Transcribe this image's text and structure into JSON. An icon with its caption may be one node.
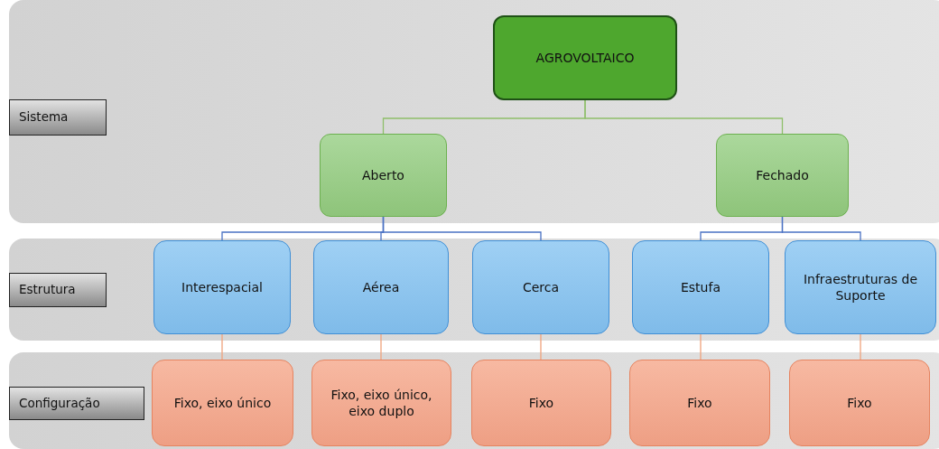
{
  "diagram": {
    "nodes": [
      {
        "text": [],
        "shape": "band"
      },
      {
        "text": [
          "Sistema"
        ],
        "in": 0
      },
      {
        "text": [
          "AGROVOLTAICO"
        ],
        "in": 0
      },
      {
        "text": [
          "Aberto"
        ],
        "in": 0
      },
      {
        "text": [
          "Fechado"
        ],
        "in": 0
      },
      {
        "text": [],
        "shape": "band"
      },
      {
        "text": [
          "Estrutura"
        ],
        "in": 5
      },
      {
        "text": [
          "Interespacial"
        ],
        "in": 5
      },
      {
        "text": [
          "Aérea"
        ],
        "in": 5
      },
      {
        "text": [
          "Cerca"
        ],
        "in": 5
      },
      {
        "text": [
          "Estufa"
        ],
        "in": 5
      },
      {
        "text": [
          "Infraestruturas de Suporte"
        ],
        "in": 5
      },
      {
        "text": [],
        "shape": "band"
      },
      {
        "text": [
          "Configuração"
        ],
        "in": 12
      },
      {
        "text": [
          "Fixo, eixo único"
        ],
        "in": 12
      },
      {
        "text": [
          "Fixo, eixo único, eixo duplo"
        ],
        "in": 12
      },
      {
        "text": [
          "Fixo"
        ],
        "in": 12
      },
      {
        "text": [
          "Fixo"
        ],
        "in": 12
      },
      {
        "text": [
          "Fixo"
        ],
        "in": 12
      }
    ],
    "edges": [
      {
        "from": 2,
        "to": 3,
        "arrow": "none",
        "color": "#8fbf6a"
      },
      {
        "from": 2,
        "to": 4,
        "arrow": "none",
        "color": "#8fbf6a"
      },
      {
        "from": 3,
        "to": 7,
        "arrow": "none"
      },
      {
        "from": 3,
        "to": 8,
        "arrow": "none"
      },
      {
        "from": 3,
        "to": 9,
        "arrow": "none"
      },
      {
        "from": 4,
        "to": 10,
        "arrow": "none"
      },
      {
        "from": 4,
        "to": 11,
        "arrow": "none"
      },
      {
        "from": 7,
        "to": 14,
        "arrow": "none",
        "color": "#f0a27c"
      },
      {
        "from": 8,
        "to": 15,
        "arrow": "none",
        "color": "#f0a27c"
      },
      {
        "from": 9,
        "to": 16,
        "arrow": "none",
        "color": "#f0a27c"
      },
      {
        "from": 10,
        "to": 17,
        "arrow": "none",
        "color": "#f0a27c"
      },
      {
        "from": 11,
        "to": 18,
        "arrow": "none",
        "color": "#f0a27c"
      }
    ]
  }
}
